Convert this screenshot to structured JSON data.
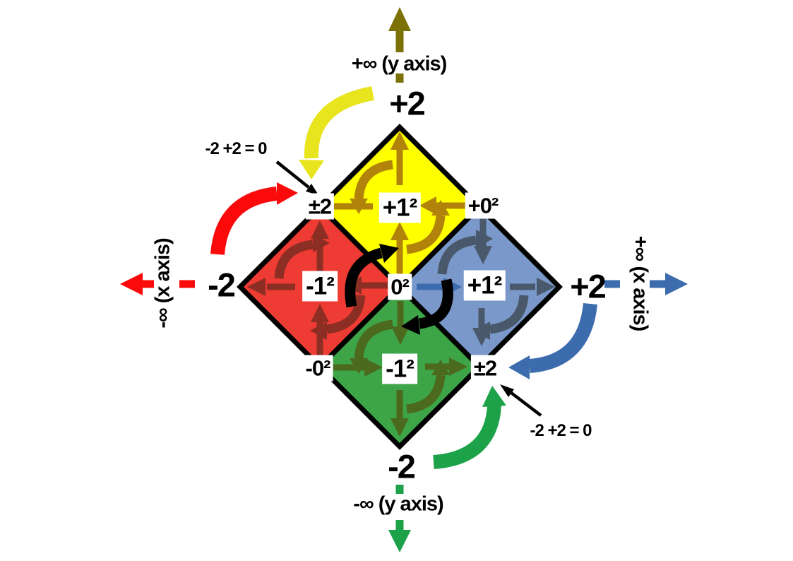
{
  "axis_labels": {
    "top": "+∞ (y axis)",
    "bottom": "-∞ (y axis)",
    "left": "-∞ (x axis)",
    "right": "+∞ (x axis)"
  },
  "corner_values": {
    "top": "+2",
    "bottom": "-2",
    "left": "-2",
    "right": "+2"
  },
  "junction_values": {
    "top_left": "±2",
    "top_right": "+0²",
    "center": "0²",
    "bottom_left": "-0²",
    "bottom_right": "±2"
  },
  "quadrant_values": {
    "top": "+1²",
    "left": "-1²",
    "right": "+1²",
    "bottom": "-1²"
  },
  "annotations": {
    "top_left": "-2 +2 = 0",
    "bottom_right": "-2 +2 = 0"
  },
  "colors": {
    "yellow-fill": "#FFFF00",
    "gold-dark": "#B1830B",
    "yellow-bright": "#E8E41E",
    "olive-axis": "#7B7107",
    "red-fill": "#EE3B33",
    "red-dark": "#8C2E23",
    "red-bright": "#FA0A0A",
    "blue-fill": "#7A98C9",
    "blue-dark": "#49596B",
    "blue-medium": "#3C6CAE",
    "green-fill": "#3DA448",
    "green-dark": "#4C6A1D",
    "green-bright": "#1DA249",
    "black": "#000000",
    "label-bg": "#FFFFFF"
  }
}
